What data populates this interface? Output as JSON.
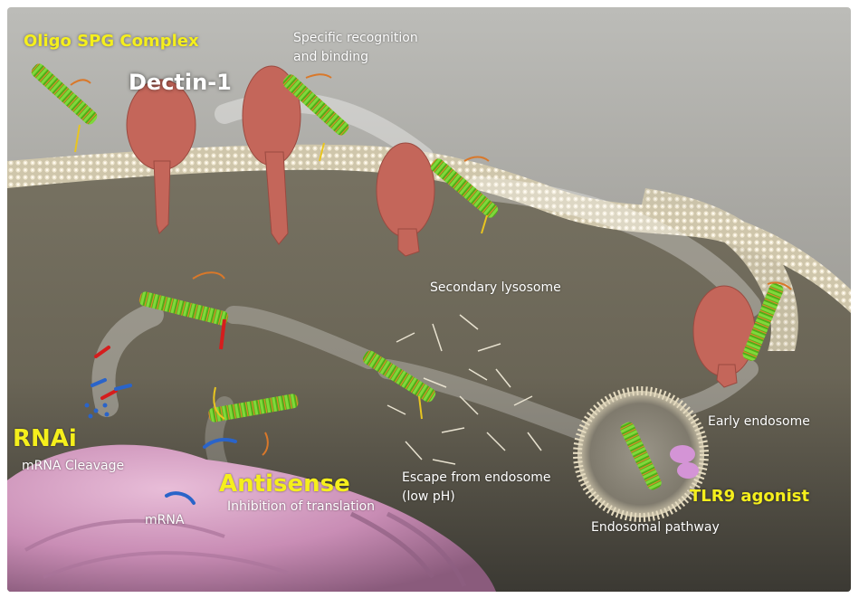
{
  "labels": {
    "oligo_spg_complex": "Oligo SPG Complex",
    "dectin1": "Dectin-1",
    "specific_recognition_1": "Specific recognition",
    "specific_recognition_2": "and binding",
    "secondary_lysosome": "Secondary lysosome",
    "early_endosome": "Early endosome",
    "rnai": "RNAi",
    "mrna_cleavage": "mRNA Cleavage",
    "antisense": "Antisense",
    "inhibition_translation": "Inhibition of translation",
    "mrna": "mRNA",
    "escape_1": "Escape from endosome",
    "escape_2": "(low pH)",
    "tlr9_agonist": "TLR9 agonist",
    "endosomal_pathway": "Endosomal pathway"
  },
  "colors": {
    "highlight_text": "#f5ef1c",
    "label_text": "#ffffff",
    "protein": "#c4665a",
    "helix_green": "#5ec11e",
    "helix_orange": "#d9782a",
    "membrane": "#e3dac1",
    "nucleus": "#cf9bbf",
    "rna_red": "#d51d1d",
    "rna_blue": "#2a64c9"
  },
  "icons": [
    "protein-icon",
    "helix-icon",
    "lipid-bilayer",
    "vesicle-icon",
    "nucleus-icon"
  ]
}
